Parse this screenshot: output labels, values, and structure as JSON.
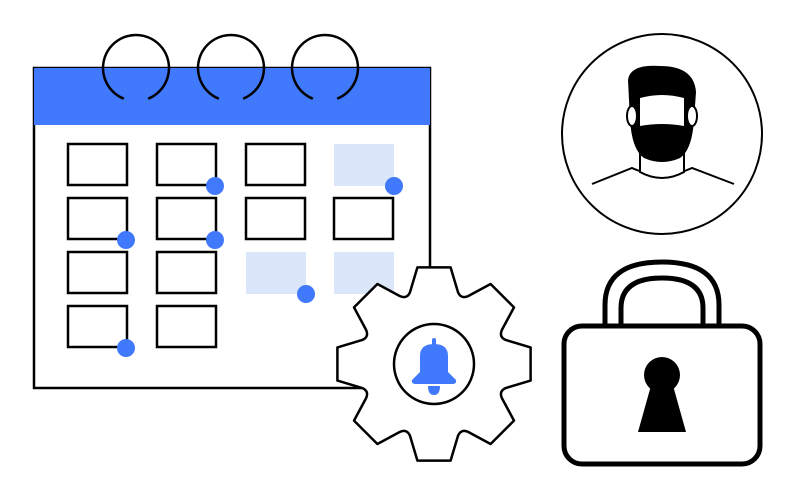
{
  "colors": {
    "accent": "#4079fb",
    "accent_light": "#dce6fa",
    "stroke": "#000000",
    "background": "#ffffff"
  },
  "icons": [
    "calendar-icon",
    "gear-icon",
    "bell-icon",
    "user-avatar-icon",
    "padlock-icon"
  ],
  "calendar": {
    "cells": [
      {
        "row": 0,
        "col": 0,
        "highlighted": false,
        "dot": false
      },
      {
        "row": 0,
        "col": 1,
        "highlighted": false,
        "dot": true
      },
      {
        "row": 0,
        "col": 2,
        "highlighted": false,
        "dot": false
      },
      {
        "row": 0,
        "col": 3,
        "highlighted": true,
        "dot": true
      },
      {
        "row": 1,
        "col": 0,
        "highlighted": false,
        "dot": true
      },
      {
        "row": 1,
        "col": 1,
        "highlighted": false,
        "dot": true
      },
      {
        "row": 1,
        "col": 2,
        "highlighted": false,
        "dot": false
      },
      {
        "row": 1,
        "col": 3,
        "highlighted": false,
        "dot": false
      },
      {
        "row": 2,
        "col": 0,
        "highlighted": false,
        "dot": false
      },
      {
        "row": 2,
        "col": 1,
        "highlighted": false,
        "dot": false
      },
      {
        "row": 2,
        "col": 2,
        "highlighted": true,
        "dot": true
      },
      {
        "row": 2,
        "col": 3,
        "highlighted": true,
        "dot": false
      },
      {
        "row": 3,
        "col": 0,
        "highlighted": false,
        "dot": true
      },
      {
        "row": 3,
        "col": 1,
        "highlighted": false,
        "dot": false
      }
    ]
  }
}
